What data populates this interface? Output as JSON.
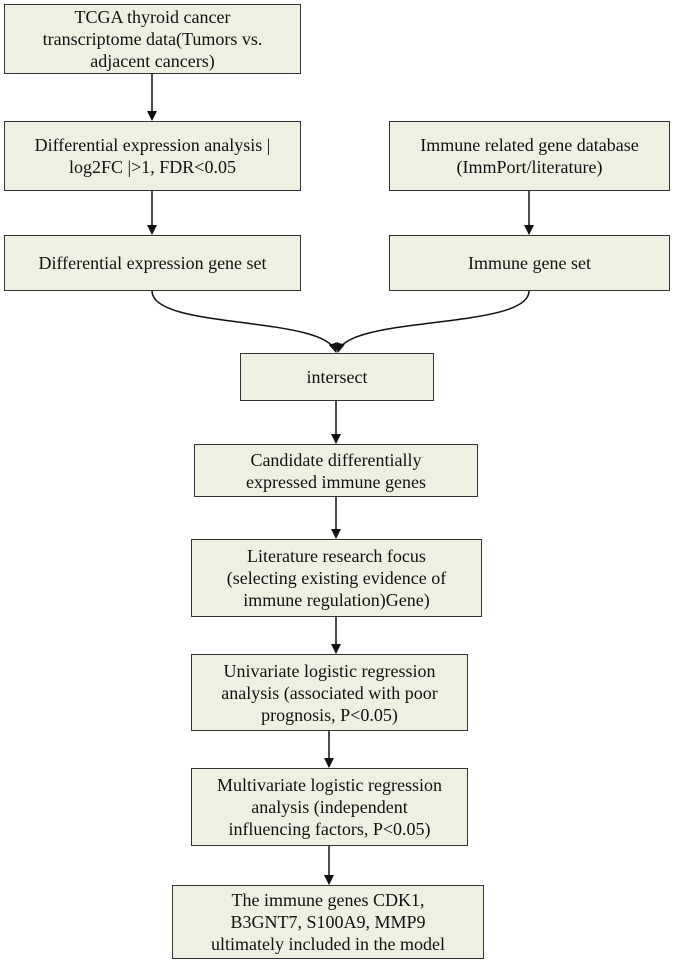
{
  "colors": {
    "box_fill": "#efefe2",
    "box_border": "#333333",
    "arrow": "#111111",
    "text": "#111111"
  },
  "nodes": {
    "tcga": {
      "lines": [
        "TCGA thyroid cancer",
        "transcriptome data(Tumors vs.",
        "adjacent cancers)"
      ]
    },
    "diff_analysis": {
      "lines": [
        "Differential expression analysis |",
        "log2FC |>1, FDR<0.05"
      ]
    },
    "immune_db": {
      "lines": [
        "Immune related gene database",
        "(ImmPort/literature)"
      ]
    },
    "deg_set": {
      "lines": [
        "Differential expression gene set"
      ]
    },
    "immune_set": {
      "lines": [
        "Immune gene set"
      ]
    },
    "intersect": {
      "lines": [
        "intersect"
      ]
    },
    "candidates": {
      "lines": [
        "Candidate differentially",
        "expressed immune genes"
      ]
    },
    "literature": {
      "lines": [
        "Literature research focus",
        "(selecting existing evidence of",
        "immune regulation)Gene)"
      ]
    },
    "univariate": {
      "lines": [
        "Univariate logistic regression",
        "analysis (associated with poor",
        "prognosis, P<0.05)"
      ]
    },
    "multivariate": {
      "lines": [
        "Multivariate logistic regression",
        "analysis (independent",
        "influencing factors, P<0.05)"
      ]
    },
    "final": {
      "lines": [
        "The immune genes CDK1,",
        "B3GNT7, S100A9, MMP9",
        "ultimately included in the model"
      ]
    }
  }
}
